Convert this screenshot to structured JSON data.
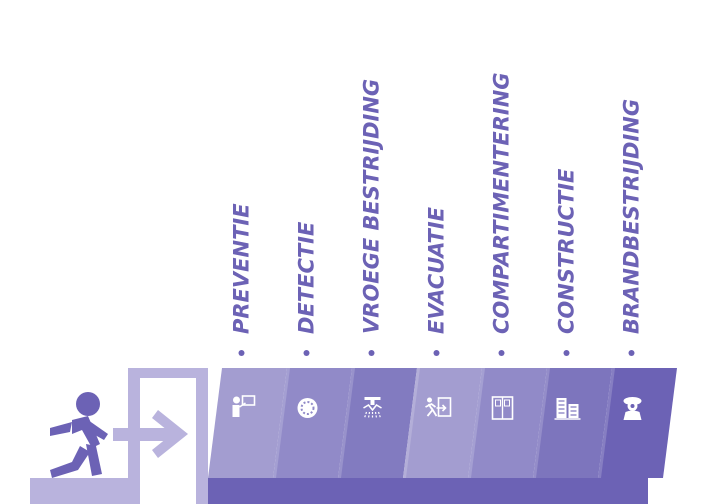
{
  "colors": {
    "primary": "#6c62b5",
    "light": "#b9b3dd",
    "segment_shades": [
      "#a39dd0",
      "#918ac8",
      "#827bc0",
      "#a39dd0",
      "#918ac8",
      "#7d75bd",
      "#6c62b5"
    ]
  },
  "steps": [
    {
      "label": "PREVENTIE",
      "icon": "teacher-board-icon"
    },
    {
      "label": "DETECTIE",
      "icon": "smoke-detector-icon"
    },
    {
      "label": "VROEGE BESTRIJDING",
      "icon": "sprinkler-icon"
    },
    {
      "label": "EVACUATIE",
      "icon": "running-exit-icon"
    },
    {
      "label": "COMPARTIMENTERING",
      "icon": "fire-door-icon"
    },
    {
      "label": "CONSTRUCTIE",
      "icon": "building-icon"
    },
    {
      "label": "BRANDBESTRIJDING",
      "icon": "firefighter-icon"
    }
  ],
  "exit_sign": {
    "icon": "running-man-icon",
    "arrow": "arrow-right-icon",
    "door": "door-frame-icon"
  }
}
